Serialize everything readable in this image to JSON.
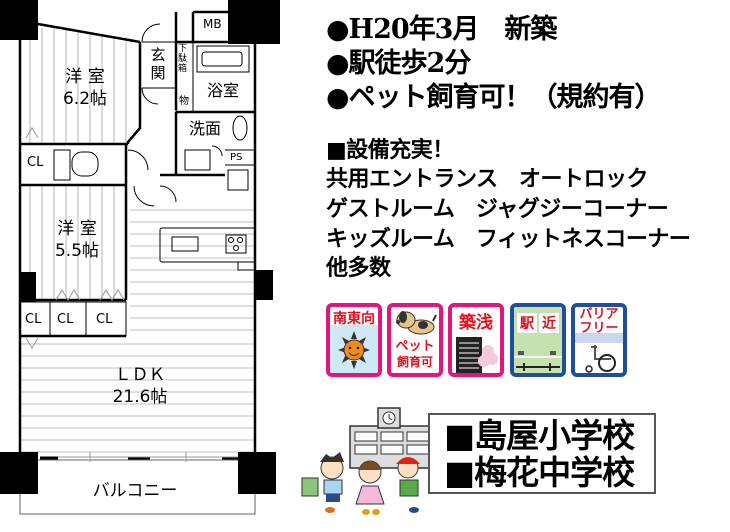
{
  "floor_plan": {
    "rooms": {
      "western_room_1": {
        "name": "洋 室",
        "size": "6.2帖"
      },
      "western_room_2": {
        "name": "洋 室",
        "size": "5.5帖"
      },
      "ldk": {
        "name": "ＬＤＫ",
        "size": "21.6帖"
      },
      "entrance": "玄関",
      "shoe_box": "下駄箱",
      "storage": "物",
      "bathroom": "浴室",
      "washroom": "洗面",
      "balcony": "バルコニー",
      "mb": "MB",
      "ps": "PS",
      "closets": [
        "CL",
        "CL",
        "CL",
        "CL"
      ]
    }
  },
  "headlines": [
    "●H20年3月　新築",
    "●駅徒歩2分",
    "●ペット飼育可！（規約有）"
  ],
  "features": {
    "title": "■設備充実！",
    "lines": [
      "共用エントランス　オートロック",
      "ゲストルーム　ジャグジーコーナー",
      "キッズルーム　フィットネスコーナー",
      "他多数"
    ]
  },
  "badges": [
    {
      "label": "南東向",
      "icon": "sun-icon",
      "border": "#e0157f"
    },
    {
      "label": "ペット飼育可",
      "line1": "ペット",
      "line2": "飼育可",
      "icon": "dog-icon",
      "border": "#e0157f"
    },
    {
      "label": "築浅",
      "icon": "building-icon",
      "border": "#e0157f"
    },
    {
      "label": "駅近",
      "left": "駅",
      "right": "近",
      "icon": "train-icon",
      "border": "#1f4f9a"
    },
    {
      "label": "バリアフリー",
      "line1": "バリア",
      "line2": "フリー",
      "icon": "wheelchair-icon",
      "border": "#1f4f9a"
    }
  ],
  "schools": [
    "■島屋小学校",
    "■梅花中学校"
  ]
}
